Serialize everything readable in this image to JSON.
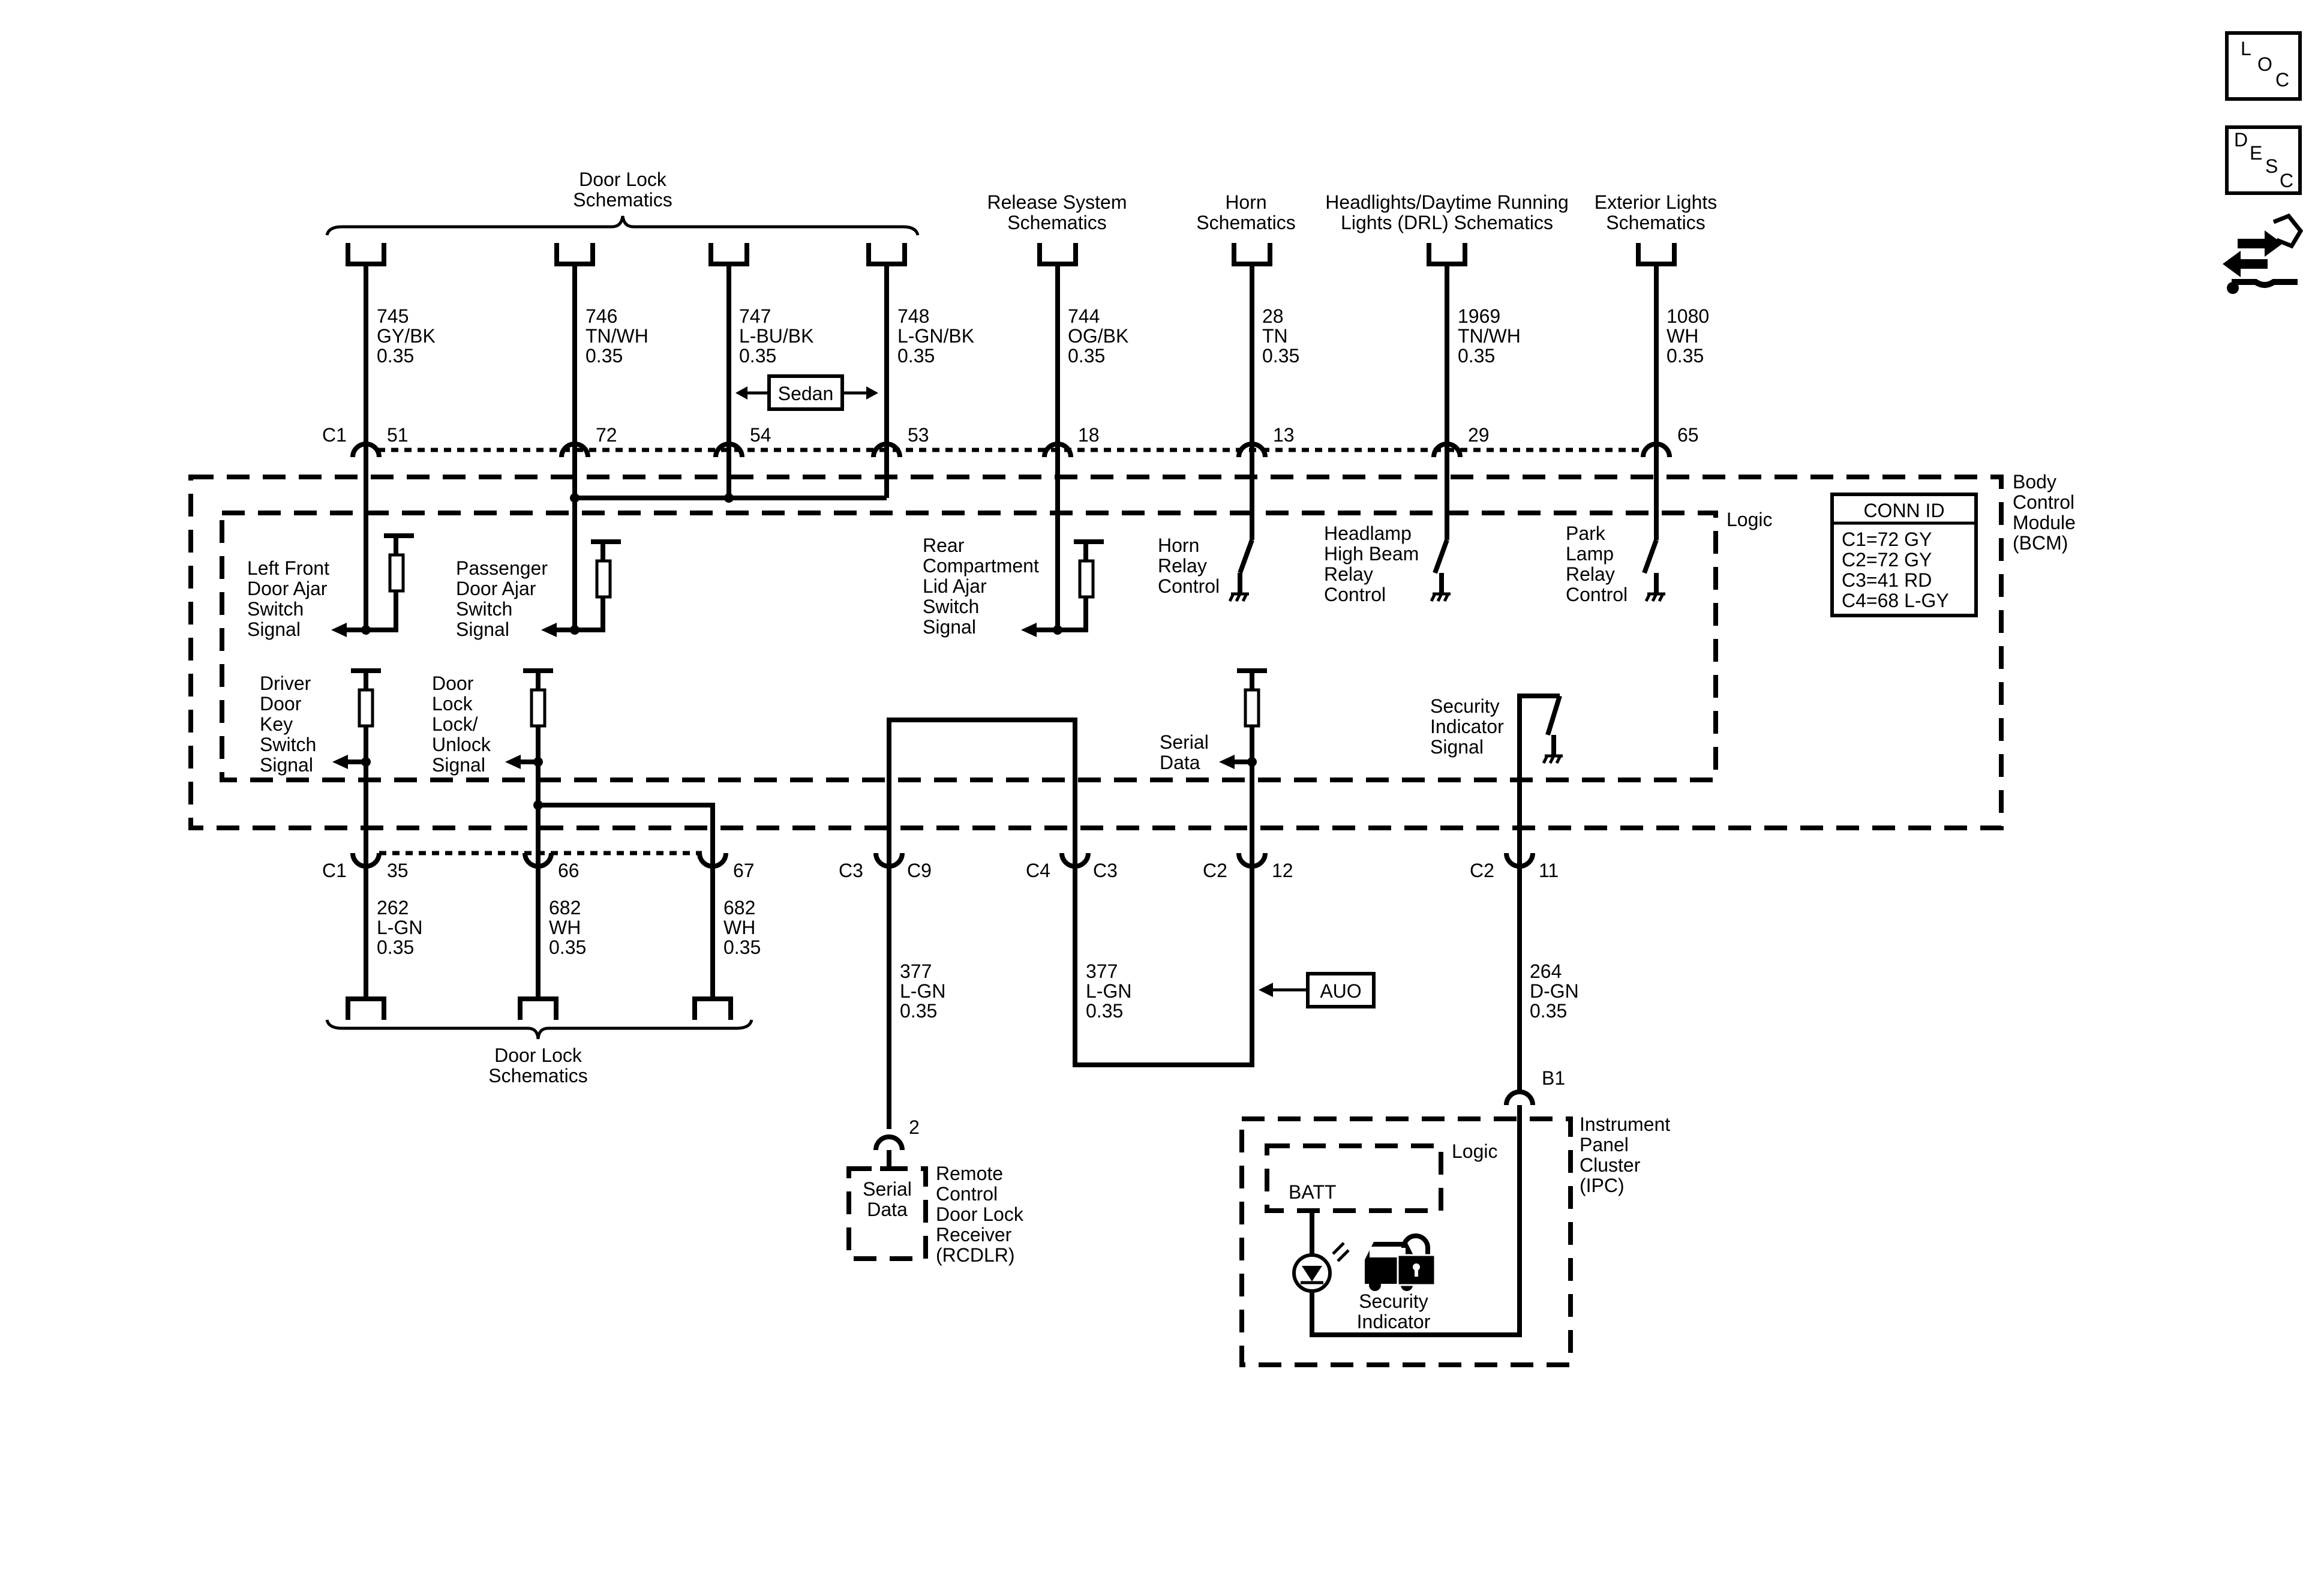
{
  "title_refs": {
    "door_lock_top": [
      "Door Lock",
      "Schematics"
    ],
    "release": [
      "Release System",
      "Schematics"
    ],
    "horn": [
      "Horn",
      "Schematics"
    ],
    "headlights": [
      "Headlights/Daytime Running",
      "Lights (DRL) Schematics"
    ],
    "exterior": [
      "Exterior Lights",
      "Schematics"
    ],
    "door_lock_bottom": [
      "Door Lock",
      "Schematics"
    ]
  },
  "top_wires": [
    {
      "circuit": "745",
      "color": "GY/BK",
      "gauge": "0.35",
      "pin": "51"
    },
    {
      "circuit": "746",
      "color": "TN/WH",
      "gauge": "0.35",
      "pin": "72"
    },
    {
      "circuit": "747",
      "color": "L-BU/BK",
      "gauge": "0.35",
      "pin": "54"
    },
    {
      "circuit": "748",
      "color": "L-GN/BK",
      "gauge": "0.35",
      "pin": "53"
    },
    {
      "circuit": "744",
      "color": "OG/BK",
      "gauge": "0.35",
      "pin": "18"
    },
    {
      "circuit": "28",
      "color": "TN",
      "gauge": "0.35",
      "pin": "13"
    },
    {
      "circuit": "1969",
      "color": "TN/WH",
      "gauge": "0.35",
      "pin": "29"
    },
    {
      "circuit": "1080",
      "color": "WH",
      "gauge": "0.35",
      "pin": "65"
    }
  ],
  "top_connector": "C1",
  "sedan_label": "Sedan",
  "bcm": {
    "name": [
      "Body",
      "Control",
      "Module",
      "(BCM)"
    ],
    "logic_label": "Logic",
    "conn_id": {
      "title": "CONN ID",
      "rows": [
        "C1=72 GY",
        "C2=72 GY",
        "C3=41 RD",
        "C4=68 L-GY"
      ]
    },
    "signals": {
      "lf_door_ajar": [
        "Left Front",
        "Door Ajar",
        "Switch",
        "Signal"
      ],
      "pass_door_ajar": [
        "Passenger",
        "Door Ajar",
        "Switch",
        "Signal"
      ],
      "rear_lid": [
        "Rear",
        "Compartment",
        "Lid Ajar",
        "Switch",
        "Signal"
      ],
      "horn_relay": [
        "Horn",
        "Relay",
        "Control"
      ],
      "hb_relay": [
        "Headlamp",
        "High Beam",
        "Relay",
        "Control"
      ],
      "park_relay": [
        "Park",
        "Lamp",
        "Relay",
        "Control"
      ],
      "driver_key": [
        "Driver",
        "Door",
        "Key",
        "Switch",
        "Signal"
      ],
      "door_lock_unlock": [
        "Door",
        "Lock",
        "Lock/",
        "Unlock",
        "Signal"
      ],
      "serial_data": [
        "Serial",
        "Data"
      ],
      "security": [
        "Security",
        "Indicator",
        "Signal"
      ]
    }
  },
  "bottom_wires": [
    {
      "connector": "C1",
      "pin": "35",
      "circuit": "262",
      "color": "L-GN",
      "gauge": "0.35"
    },
    {
      "connector": "",
      "pin": "66",
      "circuit": "682",
      "color": "WH",
      "gauge": "0.35"
    },
    {
      "connector": "",
      "pin": "67",
      "circuit": "682",
      "color": "WH",
      "gauge": "0.35"
    },
    {
      "connector": "C3",
      "pin": "C9",
      "circuit": "377",
      "color": "L-GN",
      "gauge": "0.35"
    },
    {
      "connector": "C4",
      "pin": "C3",
      "circuit": "377",
      "color": "L-GN",
      "gauge": "0.35"
    },
    {
      "connector": "C2",
      "pin": "12",
      "circuit": "",
      "color": "",
      "gauge": ""
    },
    {
      "connector": "C2",
      "pin": "11",
      "circuit": "264",
      "color": "D-GN",
      "gauge": "0.35"
    }
  ],
  "auo_label": "AUO",
  "rcdlr": {
    "pin": "2",
    "inner": [
      "Serial",
      "Data"
    ],
    "name": [
      "Remote",
      "Control",
      "Door Lock",
      "Receiver",
      "(RCDLR)"
    ]
  },
  "ipc": {
    "pin": "B1",
    "name": [
      "Instrument",
      "Panel",
      "Cluster",
      "(IPC)"
    ],
    "logic_label": "Logic",
    "batt_label": "BATT",
    "indicator_label": [
      "Security",
      "Indicator"
    ]
  },
  "side_icons": {
    "loc": [
      "L",
      "O",
      "C"
    ],
    "desc": [
      "D",
      "E",
      "S",
      "C"
    ],
    "icon3": "connector-tool-icon"
  }
}
